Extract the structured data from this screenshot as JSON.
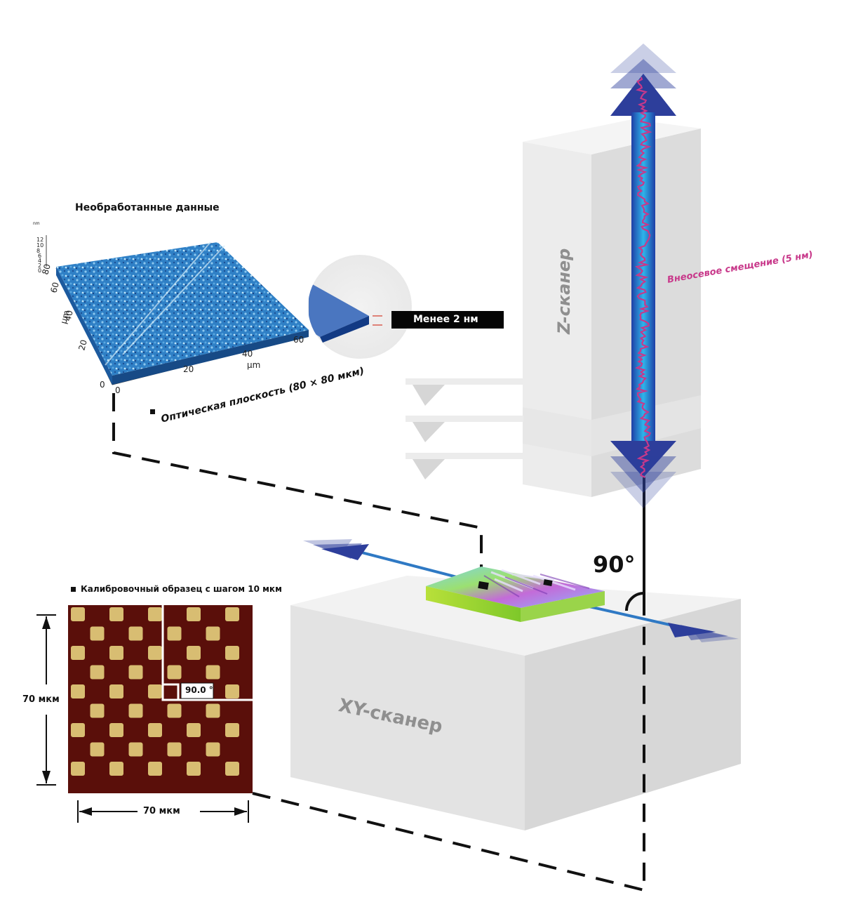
{
  "labels": {
    "raw_data_title": "Необработанные данные",
    "optical_flat": "Оптическая плоскость (80 × 80 мкм)",
    "less_than": "Менее 2 нм",
    "z_scanner": "Z-сканер",
    "off_axis": "Внеосевое смещение (5 нм)",
    "angle_90": "90°",
    "calib_title": "Калибровочный образец с шагом 10 мкм",
    "calib_angle": "90.0 °",
    "dim_vertical": "70 мкм",
    "dim_horizontal": "70 мкм",
    "xy_scanner": "XY-сканер"
  },
  "surface_plot": {
    "x_axis_label": "μm",
    "y_axis_label": "μm",
    "x_ticks": [
      "0",
      "20",
      "40",
      "60"
    ],
    "y_ticks": [
      "0",
      "20",
      "40",
      "60",
      "80"
    ],
    "z_ticks": [
      "12",
      "10",
      "8",
      "6",
      "4",
      "2",
      "0"
    ],
    "z_unit": "nm"
  },
  "colors": {
    "scanner_gray": "#e6e6e6",
    "arrow_blue": "#2d3e9b",
    "noise_magenta": "#c8388a",
    "offaxis_text": "#c8388a",
    "gold": "#d8bd72",
    "maroon": "#5a0f0a"
  }
}
